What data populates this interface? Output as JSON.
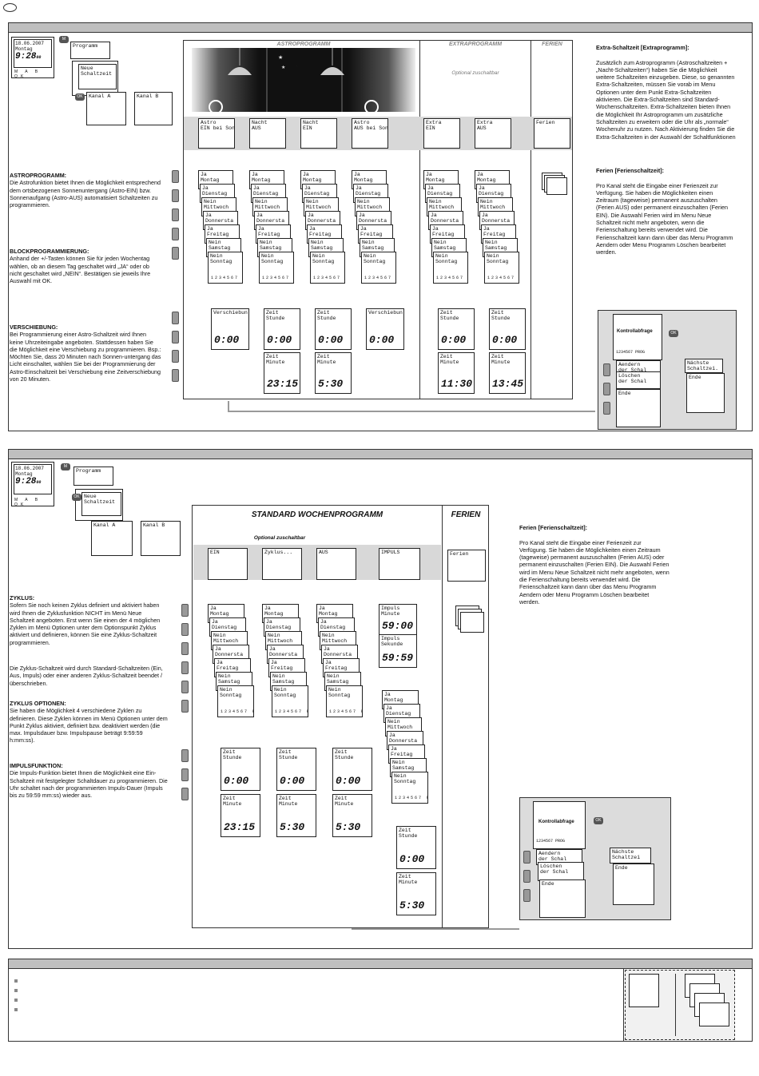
{
  "page": {
    "corner_mark": ""
  },
  "section1": {
    "header": "",
    "device": {
      "date": "18.06.2007",
      "day": "Montag",
      "time": "9:28",
      "seconds": "00",
      "buttons": [
        "M",
        "A",
        "B",
        "OK"
      ]
    },
    "menu_program": "Programm",
    "menu_new": "Neue\nSchaltzeit",
    "channel_a": "Kanal A",
    "channel_b": "Kanal B",
    "col_astro": "ASTROPROGRAMM",
    "col_extra": "EXTRAPROGRAMM",
    "col_ferien": "FERIEN",
    "optional": "Optional zuschaltbar",
    "options": [
      "Astro\nEIN bei Sonn",
      "Nacht\nAUS",
      "Nacht\nEIN",
      "Astro\nAUS bei Son",
      "Extra\nEIN",
      "Extra\nAUS",
      "Ferien"
    ],
    "day_cards": [
      {
        "state": "Ja",
        "day": "Montag"
      },
      {
        "state": "Ja",
        "day": "Dienstag"
      },
      {
        "state": "Nein",
        "day": "Mittwoch"
      },
      {
        "state": "Ja",
        "day": "Donnersta"
      },
      {
        "state": "Ja",
        "day": "Freitag"
      },
      {
        "state": "Nein",
        "day": "Samstag"
      },
      {
        "state": "Nein",
        "day": "Sonntag"
      }
    ],
    "weekdays_line": "1234567 PROG",
    "verschiebung_label": "Verschiebun",
    "time_cards": [
      {
        "top": "Zeit\nStunde",
        "val": "0:00"
      },
      {
        "top": "Zeit\nMinute",
        "val": "23:15"
      },
      {
        "top": "Zeit\nStunde",
        "val": "0:00"
      },
      {
        "top": "Zeit\nMinute",
        "val": "5:30"
      },
      {
        "top": "Zeit\nStunde",
        "val": "0:00"
      },
      {
        "top": "Zeit\nMinute",
        "val": "11:30"
      },
      {
        "top": "Zeit\nStunde",
        "val": "0:00"
      },
      {
        "top": "Zeit\nMinute",
        "val": "13:45"
      }
    ],
    "left_text": [
      {
        "title": "ASTROPROGRAMM:",
        "body": "Die Astrofunktion bietet Ihnen die Möglichkeit entsprechend dem ortsbezogenen Sonnenuntergang (Astro-EIN) bzw. Sonnenaufgang (Astro-AUS) automatisiert Schaltzeiten zu programmieren."
      },
      {
        "title": "BLOCKPROGRAMMIERUNG:",
        "body": "Anhand der +/-Tasten können Sie für jeden Wochentag wählen, ob an diesem Tag geschaltet wird „JA“ oder ob nicht geschaltet wird „NEIN“. Bestätigen sie jeweils Ihre Auswahl mit OK."
      },
      {
        "title": "VERSCHIEBUNG:",
        "body": "Bei Programmierung einer Astro-Schaltzeit wird Ihnen keine Uhrzeiteingabe angeboten. Stattdessen haben Sie die Möglichkeit eine Verschiebung zu programmieren. Bsp.: Möchten Sie, dass 20 Minuten nach Sonnen-untergang das Licht einschaltet, wählen Sie bei der Programmierung der Astro-Einschaltzeit bei Verschiebung eine Zeitverschiebung von 20 Minuten."
      }
    ],
    "right_text": [
      {
        "title": "Extra-Schaltzeit [Extraprogramm]:",
        "body": "Zusätzlich zum Astroprogramm (Astroschaltzeiten + „Nacht-Schaltzeiten“) haben Sie die Möglichkeit weitere Schaltzeiten einzugeben. Diese, so genannten Extra-Schaltzeiten, müssen Sie vorab im Menu Optionen unter dem Punkt Extra-Schaltzeiten aktivieren. Die Extra-Schaltzeiten sind Standard-Wochenschaltzeiten. Extra-Schaltzeiten bieten Ihnen die Möglichkeit Ihr Astroprogramm um zusätzliche Schaltzeiten zu erweitern oder die Uhr als „normale“ Wochenuhr zu nutzen. Nach Aktivierung finden Sie die Extra-Schaltzeiten in der Auswahl der Schaltfunktionen"
      },
      {
        "title": "Ferien [Ferienschaltzeit]:",
        "body": "Pro Kanal steht die Eingabe einer Ferienzeit zur Verfügung. Sie haben die Möglichkeiten einen Zeitraum (tageweise) permanent auszuschalten (Ferien AUS) oder permanent einzuschalten (Ferien EIN). Die Auswahl Ferien wird im Menu Neue Schaltzeit nicht mehr angeboten, wenn die Ferienschaltung bereits verwendet wird. Die Ferienschaltzeit kann dann über das Menu Programm Aendern oder Menu Programm Löschen bearbeitet werden."
      }
    ],
    "control": {
      "query": "Kontrollabfrage",
      "change": "Aendern\nder Schal",
      "delete": "Löschen\nder Schal",
      "end": "Ende",
      "next": "Nächste\nSchaltzei.",
      "end2": "Ende"
    }
  },
  "section2": {
    "header": "",
    "device": {
      "date": "18.06.2007",
      "day": "Montag",
      "time": "9:28",
      "seconds": "00",
      "buttons": [
        "M",
        "A",
        "B",
        "OK"
      ]
    },
    "menu_program": "Programm",
    "menu_new": "Neue\nSchaltzeit",
    "channel_a": "Kanal A",
    "channel_b": "Kanal B",
    "col_standard": "STANDARD WOCHENPROGRAMM",
    "col_ferien": "FERIEN",
    "optional": "Optional zuschaltbar",
    "options": [
      "EIN",
      "Zyklus...",
      "AUS",
      "IMPULS",
      "Ferien"
    ],
    "impulse_cards": [
      {
        "top": "Impuls\nMinute",
        "val": "59:00"
      },
      {
        "top": "Impuls\nSekunde",
        "val": "59:59"
      }
    ],
    "time_cards": [
      {
        "top": "Zeit\nStunde",
        "val": "0:00"
      },
      {
        "top": "Zeit\nMinute",
        "val": "23:15"
      },
      {
        "top": "Zeit\nStunde",
        "val": "0:00"
      },
      {
        "top": "Zeit\nMinute",
        "val": "5:30"
      },
      {
        "top": "Zeit\nStunde",
        "val": "0:00"
      },
      {
        "top": "Zeit\nMinute",
        "val": "5:30"
      }
    ],
    "left_text": [
      {
        "title": "ZYKLUS:",
        "body": "Sofern Sie noch keinen Zyklus definiert und aktiviert haben wird Ihnen die Zyklusfunktion NICHT im Menü Neue Schaltzeit angeboten. Erst wenn Sie einen der 4 möglichen Zyklen im Menü Optionen unter dem Optionspunkt Zyklus aktiviert und definieren, können Sie eine Zyklus-Schaltzeit programmieren."
      },
      {
        "title": "",
        "body": "Die Zyklus-Schaltzeit wird durch Standard-Schaltzeiten (Ein, Aus, Impuls) oder einer anderen Zyklus-Schaltzeit beendet / überschrieben."
      },
      {
        "title": "ZYKLUS OPTIONEN:",
        "body": "Sie haben die Möglichkeit 4 verschiedene Zyklen zu definieren. Diese Zyklen können im Menü Optionen unter dem Punkt Zyklus aktiviert, definiert bzw. deaktiviert werden (die max. Impulsdauer bzw. Impulspause beträgt 9:59:59 h:mm:ss)."
      },
      {
        "title": "IMPULSFUNKTION:",
        "body": "Die Impuls-Funktion bietet Ihnen die Möglichkeit eine Ein-Schaltzeit mit festgelegter Schaltdauer zu programmieren. Die Uhr schaltet nach der programmierten Impuls-Dauer (Impuls bis zu 59:59 mm:ss) wieder aus."
      }
    ],
    "right_text": {
      "title": "Ferien [Ferienschaltzeit]:",
      "body": "Pro Kanal steht die Eingabe einer Ferienzeit zur Verfügung. Sie haben die Möglichkeiten einen Zeitraum (tageweise) permanent auszuschalten (Ferien AUS) oder permanent einzuschalten (Ferien EIN). Die Auswahl Ferien wird im Menu Neue Schaltzeit nicht mehr angeboten, wenn die Ferienschaltung bereits verwendet wird. Die Ferienschaltzeit kann dann über das Menu Programm Aendern oder Menu Programm Löschen bearbeitet werden."
    },
    "control": {
      "query": "Kontrollabfrage",
      "change": "Aendern\nder Schal",
      "delete": "Löschen\nder Schal",
      "end": "Ende",
      "next": "Nächste\nSchaltzei",
      "end2": "Ende"
    }
  },
  "section3": {
    "header": ""
  }
}
